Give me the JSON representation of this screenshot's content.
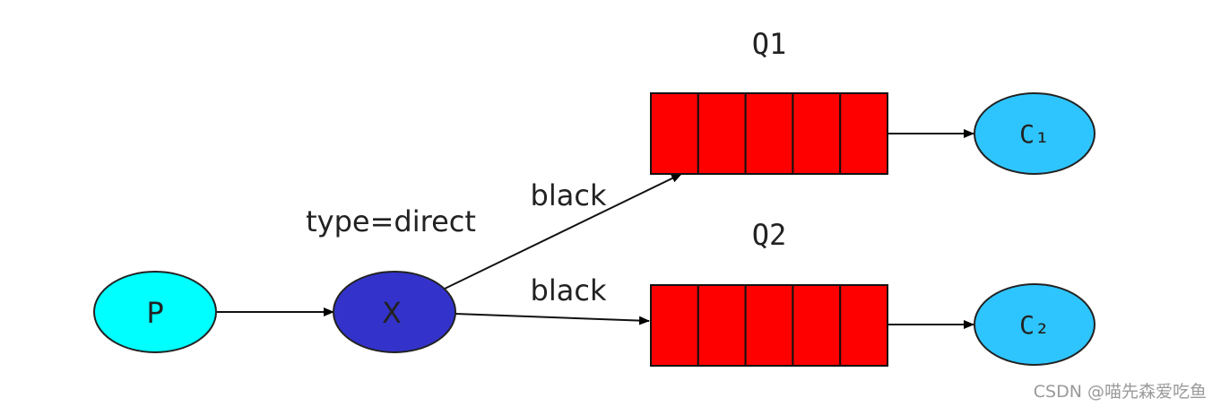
{
  "producer": {
    "label": "P",
    "color": "#00ffff"
  },
  "exchange": {
    "label": "X",
    "type_label": "type=direct",
    "color": "#3333cc"
  },
  "queues": [
    {
      "name": "Q1",
      "color": "#ff0000"
    },
    {
      "name": "Q2",
      "color": "#ff0000"
    }
  ],
  "bindings": [
    {
      "key": "black"
    },
    {
      "key": "black"
    }
  ],
  "consumers": [
    {
      "label": "C₁",
      "color": "#2ec5ff"
    },
    {
      "label": "C₂",
      "color": "#2ec5ff"
    }
  ],
  "watermark": "CSDN @喵先森爱吃鱼"
}
